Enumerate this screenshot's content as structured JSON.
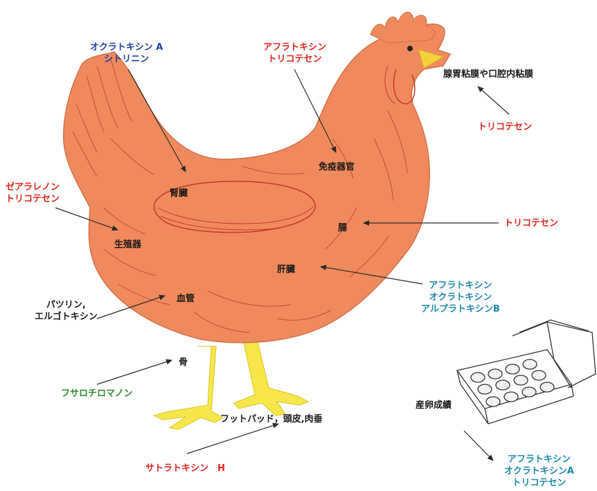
{
  "colors": {
    "body": "#f08a5d",
    "body_line": "#c0392b",
    "legs": "#f7e64a",
    "beak": "#f5d23c",
    "comb": "#f08a5d",
    "red": "#e0231e",
    "blue": "#1f3fa0",
    "teal": "#1a8aa8",
    "green": "#2e8b2e",
    "black": "#1a1a1a",
    "arrow": "#2a2a2a"
  },
  "organs": {
    "kidney": "腎臓",
    "immune": "免疫器官",
    "reproductive": "生殖器",
    "intestine": "腸",
    "liver": "肝臓",
    "blood_vessel": "血管",
    "bone": "骨",
    "mucosa": "腺胃粘膜や口腔内粘膜",
    "footpad": "フットパッド，頭皮,肉垂",
    "egg_production": "産卵成績"
  },
  "toxins": {
    "kidney": [
      "オクラトキシン A",
      "シトリニン"
    ],
    "immune": [
      "アフラトキシン",
      "トリコテセン"
    ],
    "mucosa": [
      "トリコテセン"
    ],
    "reproductive": [
      "ゼアラレノン",
      "トリコテセン"
    ],
    "intestine": [
      "トリコテセン"
    ],
    "liver": [
      "アフラトキシン",
      "オクラトキシン",
      "アルプラトキシンB"
    ],
    "blood_vessel": [
      "パツリン,",
      "エルゴトキシン"
    ],
    "bone": [
      "フサロチロマノン"
    ],
    "footpad": [
      "サトラトキシン　H"
    ],
    "egg_production": [
      "アフラトキシン",
      "オクラトキシンA",
      "トリコテセン"
    ]
  }
}
